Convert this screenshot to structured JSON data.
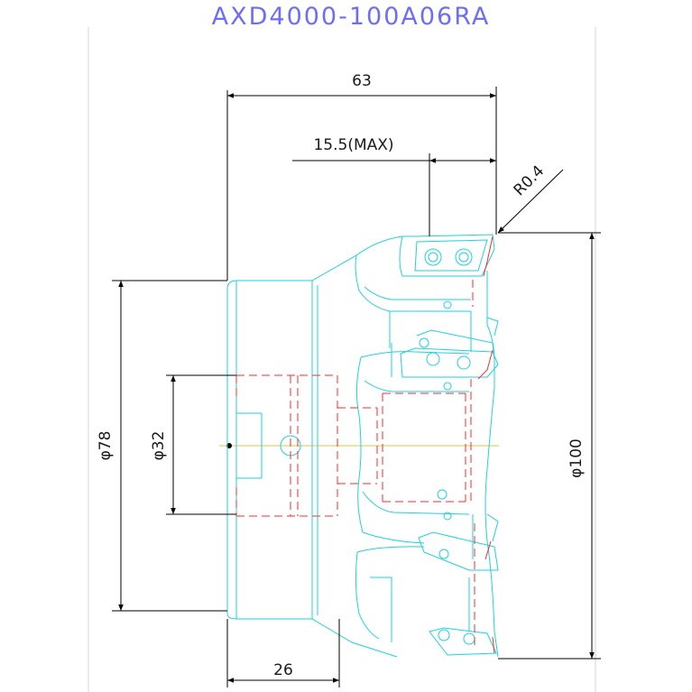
{
  "drawing": {
    "title": "AXD4000-100A06RA",
    "dimensions": {
      "overall_length": "63",
      "cut_depth": "15.5(MAX)",
      "corner_radius": "R0.4",
      "shank_diameter": "φ78",
      "bore_diameter": "φ32",
      "cutter_diameter": "φ100",
      "flange_length": "26"
    },
    "colors": {
      "title": "#6e6ef5",
      "outline": "#1dd3dc",
      "hidden_lines": "#ff2a2a",
      "dimension_lines": "#000000",
      "axis": "#d8c84a"
    }
  }
}
